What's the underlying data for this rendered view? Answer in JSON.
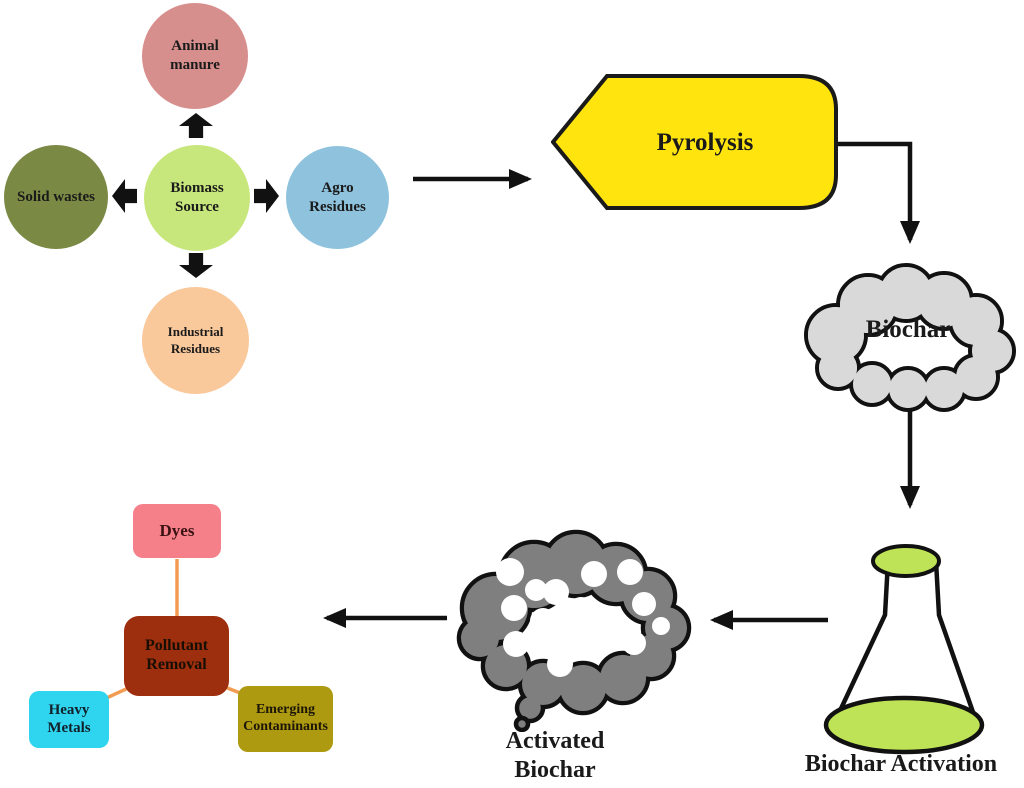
{
  "diagram": {
    "title_hint": "Biochar production and application flow diagram",
    "background_color": "#ffffff",
    "arrow_color": "#111111",
    "biomass_cluster": {
      "center": {
        "label": "Biomass Source",
        "color": "#c7e77c"
      },
      "top": {
        "label": "Animal manure",
        "color": "#d78f8d"
      },
      "left": {
        "label": "Solid wastes",
        "color": "#7a8a44"
      },
      "right": {
        "label": "Agro Residues",
        "color": "#8ec2dd"
      },
      "bottom": {
        "label": "Industrial Residues",
        "color": "#f9c89b"
      }
    },
    "pyrolysis": {
      "label": "Pyrolysis",
      "color": "#ffe40e",
      "outline": "#1a1a1a"
    },
    "biochar_cloud": {
      "label": "Biochar",
      "color": "#d9d9d9",
      "outline": "#111111"
    },
    "flask": {
      "label": "Biochar Activation",
      "liquid_color": "#bfe356",
      "outline": "#111111"
    },
    "activated_cloud": {
      "label": "Activated Biochar",
      "color": "#7f7f7f",
      "pore_color": "#ffffff",
      "outline": "#111111"
    },
    "pollutant_cluster": {
      "connector_color": "#f29b52",
      "center": {
        "label": "Pollutant Removal",
        "color": "#9d2e0e"
      },
      "top": {
        "label": "Dyes",
        "color": "#f5808a"
      },
      "bottom_left": {
        "label": "Heavy Metals",
        "color": "#2fd4ef"
      },
      "bottom_right": {
        "label": "Emerging Contaminants",
        "color": "#ae9a11"
      }
    }
  }
}
